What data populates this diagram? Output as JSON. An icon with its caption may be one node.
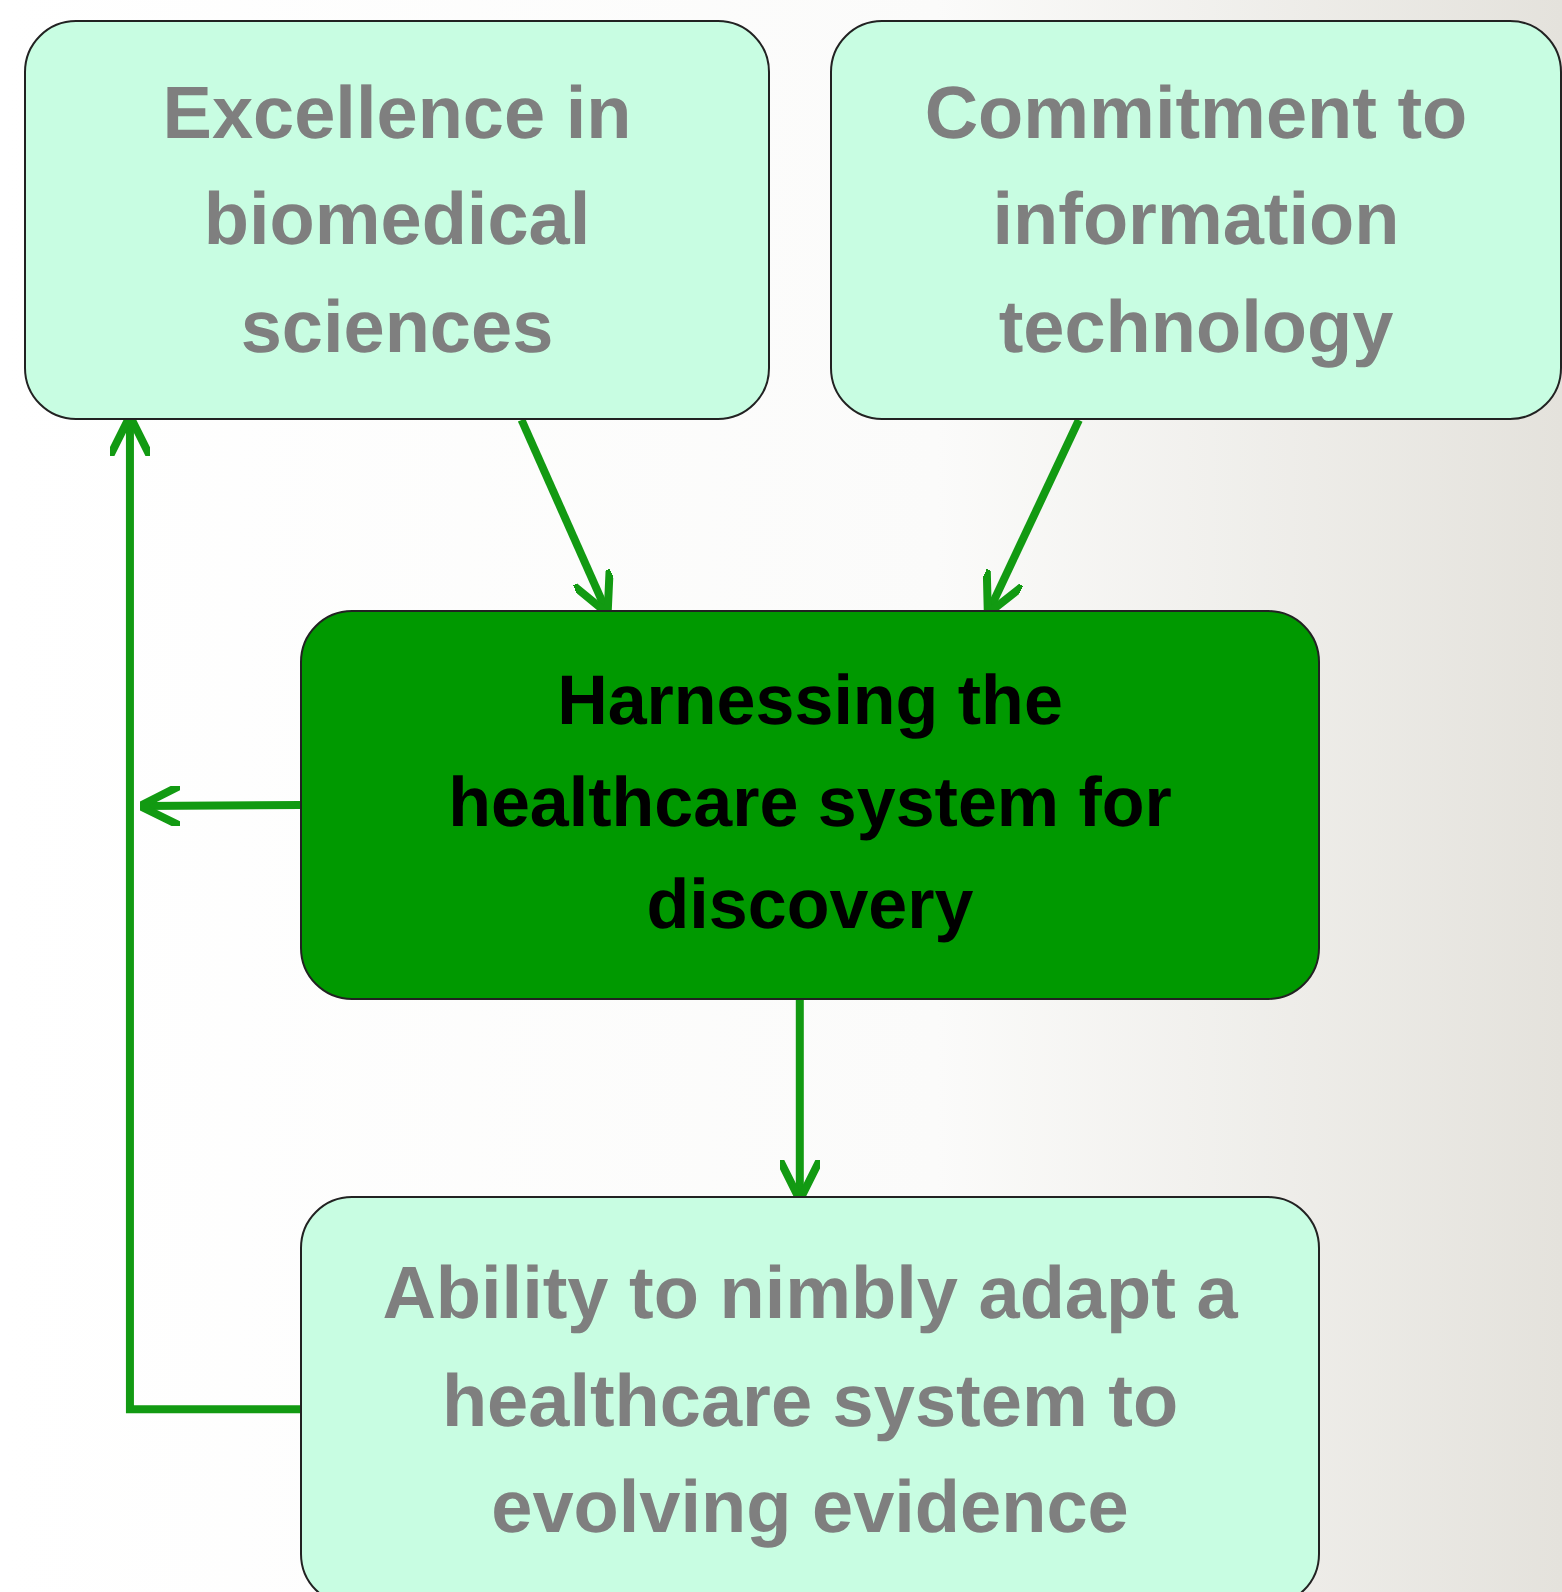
{
  "diagram": {
    "nodes": [
      {
        "text": [
          "Excellence in biomedical sciences"
        ]
      },
      {
        "text": [
          "Commitment to information technology"
        ]
      },
      {
        "text": [
          "Harnessing the healthcare system for discovery"
        ]
      },
      {
        "text": [
          "Ability to nimbly adapt a healthcare system to evolving evidence"
        ]
      }
    ],
    "edges": [
      {
        "from": 0,
        "to": 2,
        "arrow": "to"
      },
      {
        "from": 1,
        "to": 2,
        "arrow": "to"
      },
      {
        "from": 2,
        "to": 3,
        "arrow": "to"
      },
      {
        "from": 2,
        "to": null,
        "arrow": "to"
      },
      {
        "from": 3,
        "to": 0,
        "arrow": "to"
      }
    ]
  }
}
